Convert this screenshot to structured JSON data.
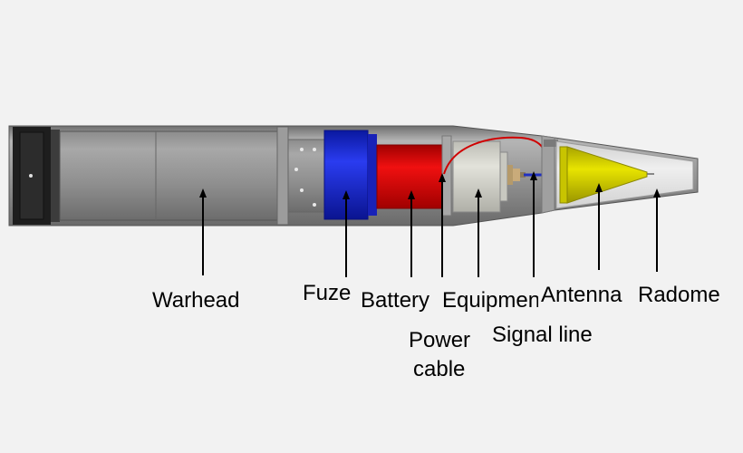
{
  "labels": {
    "warhead": "Warhead",
    "fuze": "Fuze",
    "battery": "Battery",
    "equipment": "Equipment",
    "power_cable_line1": "Power",
    "power_cable_line2": "cable",
    "signal_line": "Signal line",
    "antenna": "Antenna",
    "radome": "Radome"
  },
  "colors": {
    "background": "#f2f2f2",
    "body_gray": "#8a8a8a",
    "fuze_blue": "#1a2bd4",
    "battery_red": "#e00000",
    "equipment_gray": "#d6d6ce",
    "antenna_yellow": "#d8d400",
    "radome": "#e4e4e4",
    "cable_red": "#d00000",
    "signal_blue": "#2030c0"
  }
}
